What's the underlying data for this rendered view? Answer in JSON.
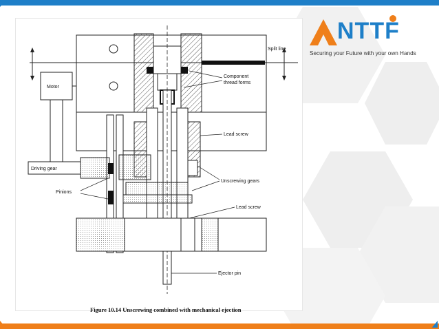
{
  "colors": {
    "accent_blue": "#1e7fc8",
    "accent_orange": "#ef7f1a",
    "hex_pattern": "#eeeeee"
  },
  "logo": {
    "text": "NTTF",
    "tagline": "Securing your Future with your own Hands"
  },
  "figure": {
    "caption": "Figure 10.14 Unscrewing combined with mechanical ejection",
    "labels": {
      "split_line": "Split line",
      "motor": "Motor",
      "component_thread_forms_1": "Component",
      "component_thread_forms_2": "thread forms",
      "lead_screw_top": "Lead screw",
      "driving_gear": "Driving gear",
      "unscrewing_gears": "Unscrewing gears",
      "pinions": "Pinions",
      "lead_screw_bottom": "Lead screw",
      "ejector_pin": "Ejector pin"
    }
  }
}
